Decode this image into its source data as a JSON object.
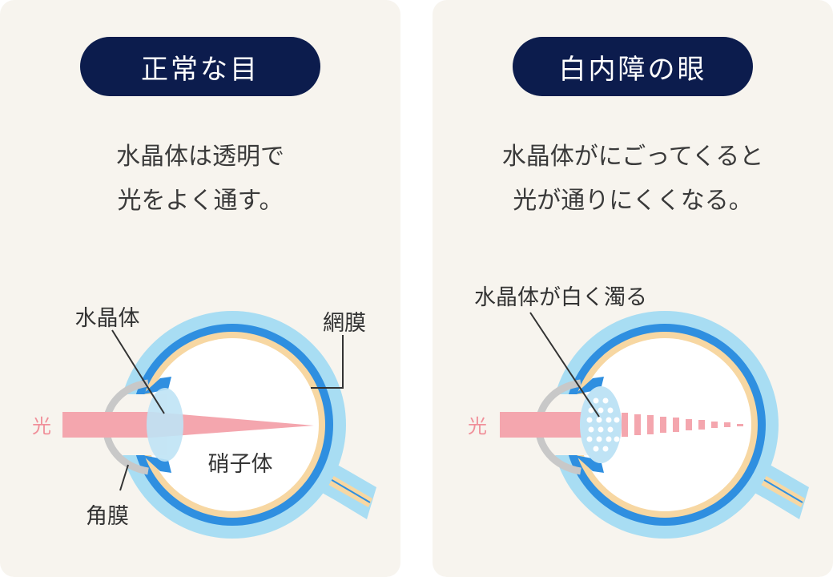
{
  "normal": {
    "title": "正常な目",
    "desc_line1": "水晶体は透明で",
    "desc_line2": "光をよく通す。",
    "labels": {
      "lens": "水晶体",
      "retina": "網膜",
      "light": "光",
      "vitreous": "硝子体",
      "cornea": "角膜"
    }
  },
  "cataract": {
    "title": "白内障の眼",
    "desc_line1": "水晶体がにごってくると",
    "desc_line2": "光が通りにくくなる。",
    "labels": {
      "lens_cloudy": "水晶体が白く濁る",
      "light": "光"
    }
  },
  "colors": {
    "panel_bg": "#f7f4ee",
    "pill_bg": "#0c1c4d",
    "outer_sclera": "#a8ddf3",
    "choroid": "#2f8fe0",
    "retina": "#f7d7a2",
    "lens": "#bfe3f5",
    "light_beam": "#f4a6ae",
    "cornea": "#c8c8c8"
  }
}
